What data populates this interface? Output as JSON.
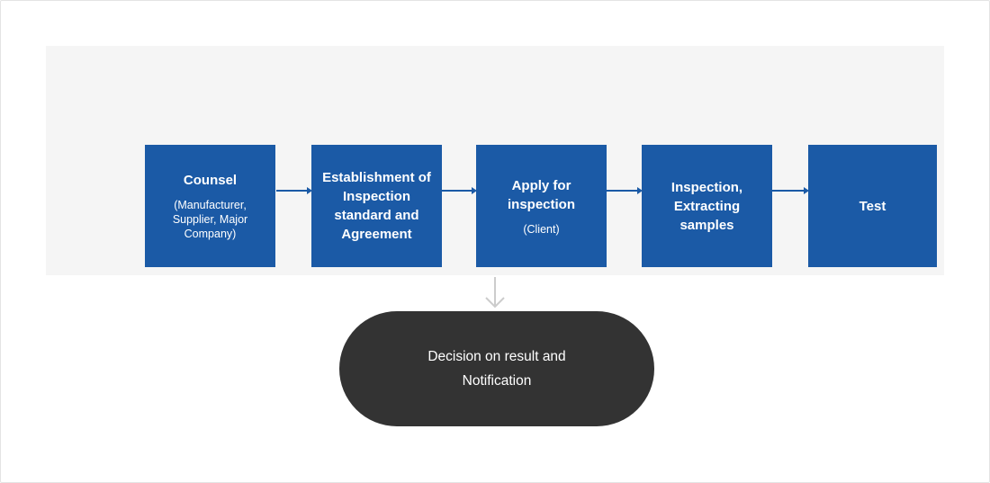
{
  "colors": {
    "step_bg": "#1b5aa6",
    "panel_bg": "#f5f5f5",
    "final_bg": "#333333",
    "connector": "#1b5aa6",
    "down_arrow": "#cccccc",
    "canvas_border": "#e4e4e4",
    "text_on_dark": "#ffffff"
  },
  "flow": {
    "steps": [
      {
        "title": "Counsel",
        "subtitle": "(Manufacturer, Supplier, Major Company)"
      },
      {
        "title": "Establishment of Inspection standard and Agreement",
        "subtitle": ""
      },
      {
        "title": "Apply for inspection",
        "subtitle": "(Client)"
      },
      {
        "title": "Inspection, Extracting samples",
        "subtitle": ""
      },
      {
        "title": "Test",
        "subtitle": ""
      }
    ],
    "final": {
      "line1": "Decision on result and",
      "line2": "Notification"
    }
  }
}
